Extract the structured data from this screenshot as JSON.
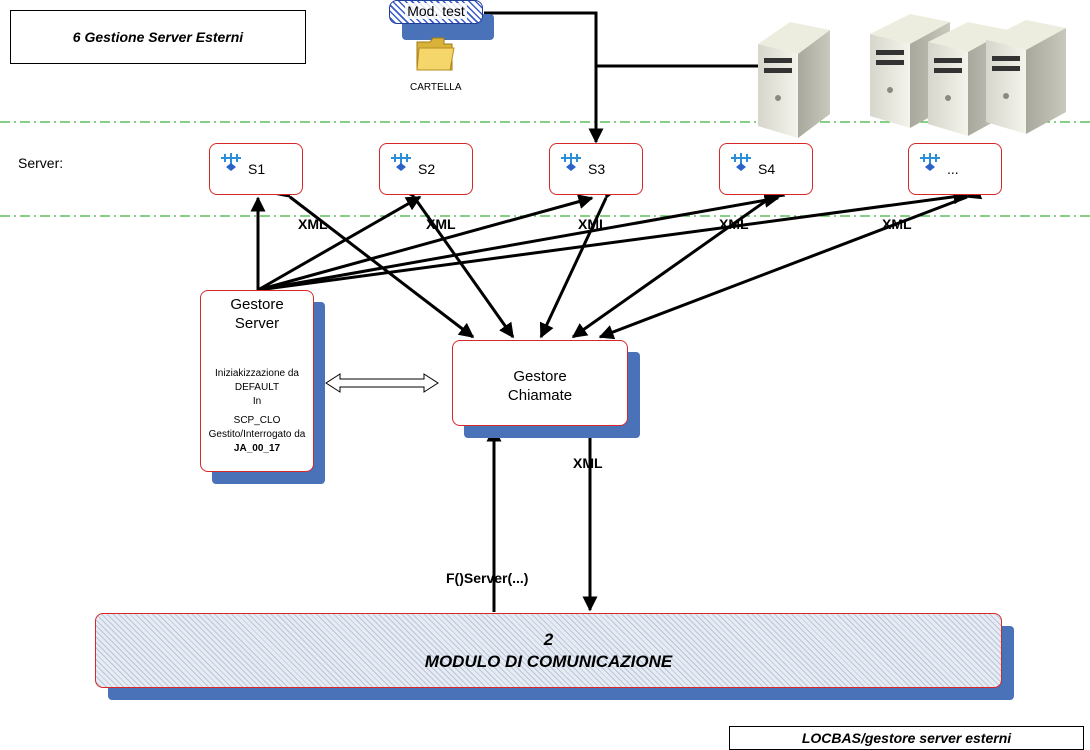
{
  "title": "6 Gestione Server Esterni",
  "footer": "LOCBAS/gestore server esterni",
  "mod_test": "Mod. test",
  "folder_label": "CARTELLA",
  "server_row_label": "Server:",
  "servers": [
    {
      "label": "S1"
    },
    {
      "label": "S2"
    },
    {
      "label": "S3"
    },
    {
      "label": "S4"
    },
    {
      "label": "..."
    }
  ],
  "xml_label": "XML",
  "gestore_server": {
    "title_line1": "Gestore",
    "title_line2": "Server",
    "body_line1": "Iniziakizzazione da",
    "body_line2": "DEFAULT",
    "body_line3": "In",
    "body_line4": "SCP_CLO",
    "body_line5": "Gestito/Interrogato da",
    "body_line6": "JA_00_17"
  },
  "gestore_chiamate": {
    "title_line1": "Gestore",
    "title_line2": "Chiamate"
  },
  "function_label": "F()Server(...)",
  "modulo": {
    "number": "2",
    "name": "MODULO DI COMUNICAZIONE"
  },
  "colors": {
    "box_border": "#d62828",
    "shadow": "#4a72b8",
    "dashed_line": "#3cb43c"
  }
}
